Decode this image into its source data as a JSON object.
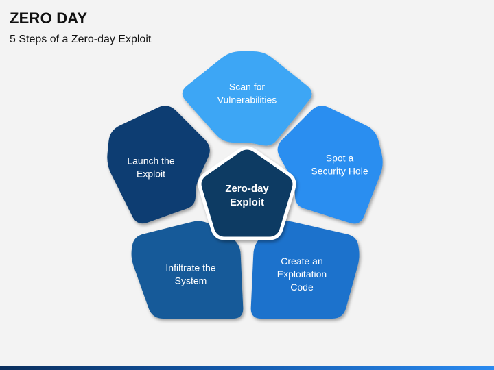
{
  "header": {
    "title": "ZERO DAY",
    "subtitle": "5 Steps of a Zero-day Exploit"
  },
  "diagram": {
    "center": {
      "lines": [
        "Zero-day",
        "Exploit"
      ],
      "color": "#0b3a63"
    },
    "segments": [
      {
        "id": "scan",
        "lines": [
          "Scan for",
          "Vulnerabilities"
        ],
        "color": "#3ea6f5"
      },
      {
        "id": "spot",
        "lines": [
          "Spot a",
          "Security Hole"
        ],
        "color": "#2a8ef0"
      },
      {
        "id": "create",
        "lines": [
          "Create an",
          "Exploitation",
          "Code"
        ],
        "color": "#1a72cc"
      },
      {
        "id": "infiltrate",
        "lines": [
          "Infiltrate the",
          "System"
        ],
        "color": "#125a99"
      },
      {
        "id": "launch",
        "lines": [
          "Launch the",
          "Exploit"
        ],
        "color": "#0c3e72"
      }
    ]
  }
}
